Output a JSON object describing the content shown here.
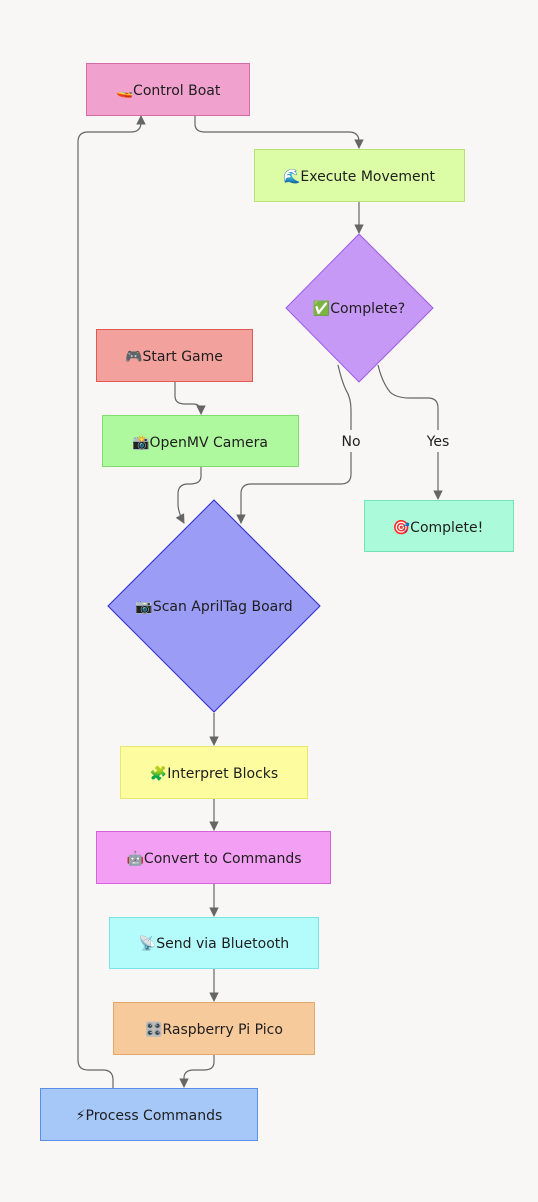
{
  "nodes": {
    "control_boat": {
      "label": "🚤Control Boat",
      "fill": "#f0a1cd",
      "stroke": "#d96aa8"
    },
    "execute_movement": {
      "label": "🌊Execute Movement",
      "fill": "#dcfca5",
      "stroke": "#b7e27a"
    },
    "complete_q": {
      "label": "✅Complete?",
      "fill": "#c799f7",
      "stroke": "#9b5de5"
    },
    "start_game": {
      "label": "🎮Start Game",
      "fill": "#f2a19c",
      "stroke": "#e05a52"
    },
    "openmv_camera": {
      "label": "📸OpenMV Camera",
      "fill": "#aef89e",
      "stroke": "#7fdc6d"
    },
    "complete_done": {
      "label": "🎯Complete!",
      "fill": "#abfad9",
      "stroke": "#74e3b5"
    },
    "scan_apriltag": {
      "label": "📷Scan AprilTag Board",
      "fill": "#9a9cf5",
      "stroke": "#2b2ad6"
    },
    "interpret_blocks": {
      "label": "🧩Interpret Blocks",
      "fill": "#fdfda0",
      "stroke": "#e8e870"
    },
    "convert_commands": {
      "label": "🤖Convert to Commands",
      "fill": "#f29ff4",
      "stroke": "#d663d9"
    },
    "send_bluetooth": {
      "label": "📡Send via Bluetooth",
      "fill": "#b4fbfc",
      "stroke": "#7ae4e6"
    },
    "raspberry_pico": {
      "label": "🎛️Raspberry Pi Pico",
      "fill": "#f7ca9c",
      "stroke": "#e3a867"
    },
    "process_commands": {
      "label": "⚡Process Commands",
      "fill": "#a5c8f8",
      "stroke": "#5b8ee8"
    }
  },
  "edges": {
    "no_label": "No",
    "yes_label": "Yes"
  },
  "colors": {
    "background": "#f8f7f6",
    "edge": "#666666"
  }
}
